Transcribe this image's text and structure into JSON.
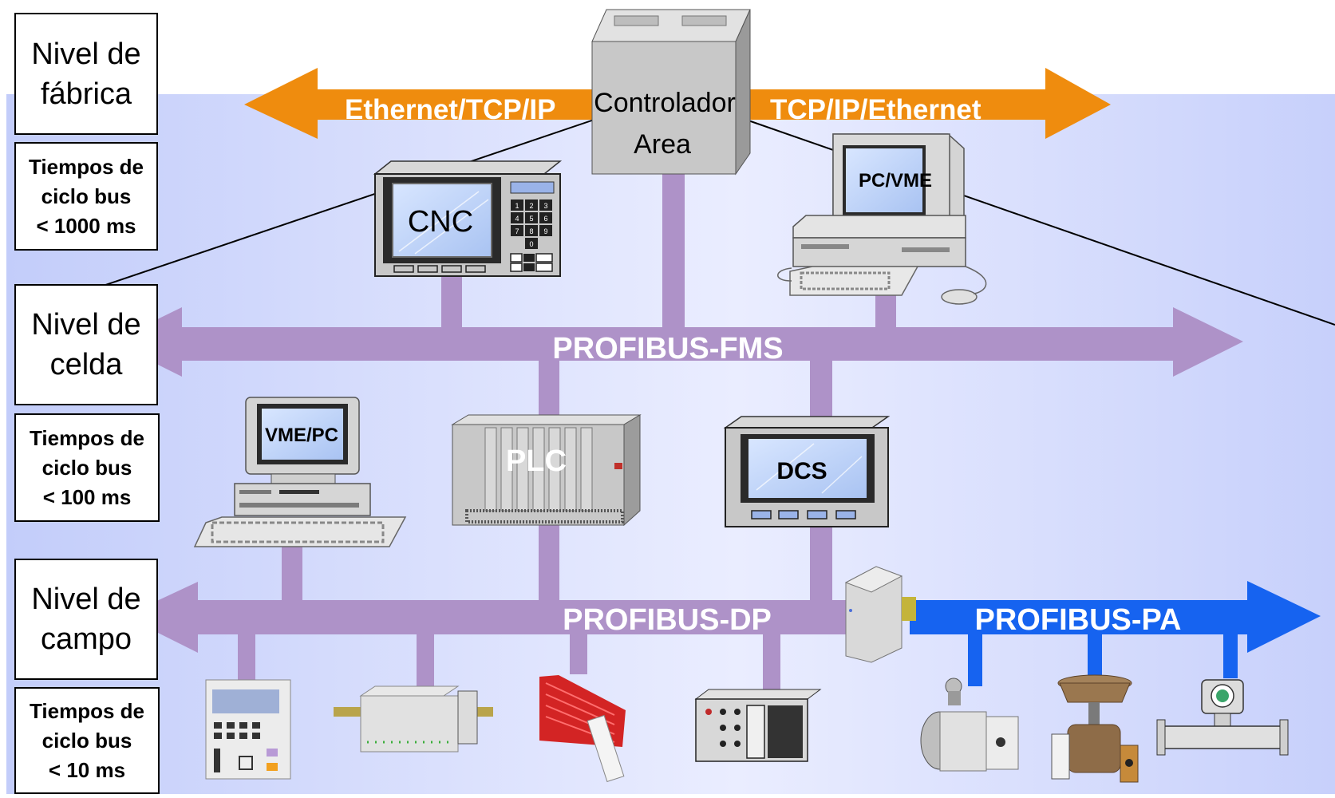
{
  "levels": [
    {
      "name_line1": "Nivel de",
      "name_line2": "fábrica",
      "time_line1": "Tiempos de",
      "time_line2": "ciclo bus",
      "time_line3": "< 1000 ms"
    },
    {
      "name_line1": "Nivel de",
      "name_line2": "celda",
      "time_line1": "Tiempos de",
      "time_line2": "ciclo bus",
      "time_line3": "< 100 ms"
    },
    {
      "name_line1": "Nivel de",
      "name_line2": "campo",
      "time_line1": "Tiempos de",
      "time_line2": "ciclo bus",
      "time_line3": "< 10 ms"
    }
  ],
  "buses": {
    "ethernet_left": "Ethernet/TCP/IP",
    "ethernet_right": "TCP/IP/Ethernet",
    "fms": "PROFIBUS-FMS",
    "dp": "PROFIBUS-DP",
    "pa": "PROFIBUS-PA"
  },
  "devices": {
    "area_controller_line1": "Controlador",
    "area_controller_line2": "Area",
    "cnc": "CNC",
    "pc_vme": "PC/VME",
    "vme_pc": "VME/PC",
    "plc": "PLC",
    "dcs": "DCS",
    "keypad_keys": [
      "1",
      "2",
      "3",
      "4",
      "5",
      "6",
      "7",
      "8",
      "9",
      "0"
    ]
  },
  "colors": {
    "ethernet_orange": "#ef8c0e",
    "profibus_purple": "#ae92c8",
    "profibus_pa_blue": "#1663f0",
    "background_gradient_start": "#c3cdfa",
    "background_gradient_end": "#f4f6ff"
  }
}
